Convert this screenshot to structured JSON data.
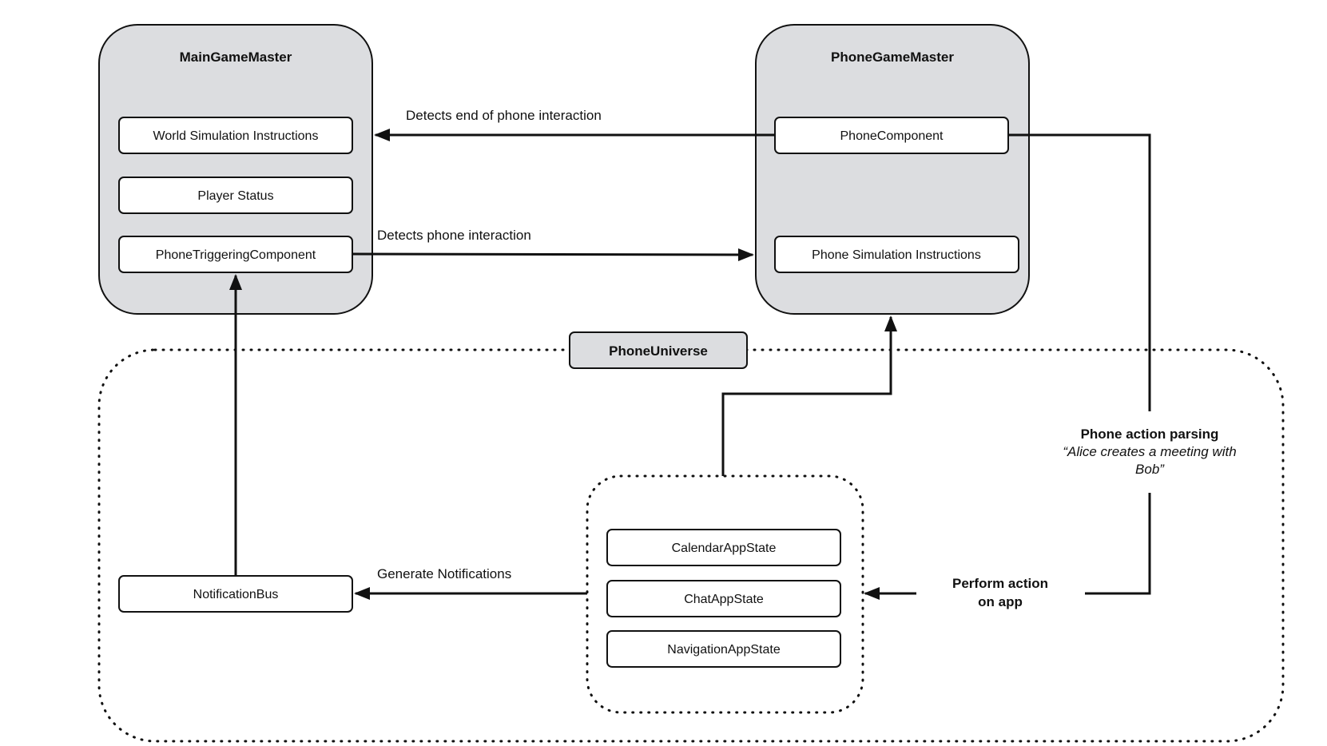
{
  "main_game_master": {
    "title": "MainGameMaster",
    "components": [
      "World Simulation Instructions",
      "Player Status",
      "PhoneTriggeringComponent"
    ]
  },
  "phone_game_master": {
    "title": "PhoneGameMaster",
    "components": [
      "PhoneComponent",
      "Phone Simulation Instructions"
    ]
  },
  "phone_universe": {
    "title": "PhoneUniverse",
    "notification_bus": "NotificationBus",
    "app_states": [
      "CalendarAppState",
      "ChatAppState",
      "NavigationAppState"
    ]
  },
  "edges": {
    "end_interaction": "Detects end of phone interaction",
    "phone_interaction": "Detects phone interaction",
    "generate_notifications": "Generate Notifications",
    "action_parsing_title": "Phone action parsing",
    "action_parsing_example_line1": "“Alice creates a meeting with",
    "action_parsing_example_line2": "Bob”",
    "perform_action_line1": "Perform action",
    "perform_action_line2": "on app"
  }
}
